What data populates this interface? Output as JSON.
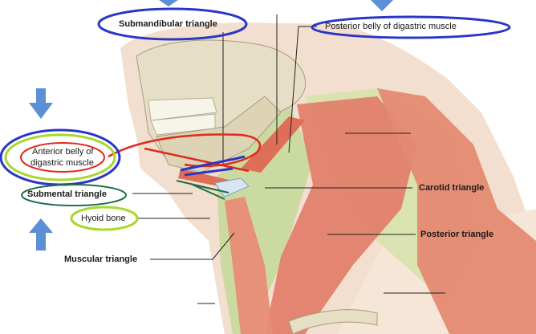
{
  "labels": {
    "submandibular": "Submandibular triangle",
    "posterior_belly": "Posterior belly of digastric muscle",
    "anterior_belly_line1": "Anterior belly of",
    "anterior_belly_line2": "digastric muscle",
    "submental": "Submental triangle",
    "hyoid": "Hyoid bone",
    "muscular": "Muscular triangle",
    "carotid": "Carotid triangle",
    "posterior_triangle": "Posterior triangle"
  },
  "colors": {
    "annotation_blue": "#2a37c4",
    "annotation_green": "#a8d82c",
    "annotation_darkgreen": "#1f6e4a",
    "annotation_red": "#e02a1c",
    "arrow_blue": "#5b8fd6",
    "muscle": "#e2806a",
    "triangle_fill": "#c7d99a",
    "skin": "#f2dfcf",
    "bone": "#e6dfc6"
  }
}
